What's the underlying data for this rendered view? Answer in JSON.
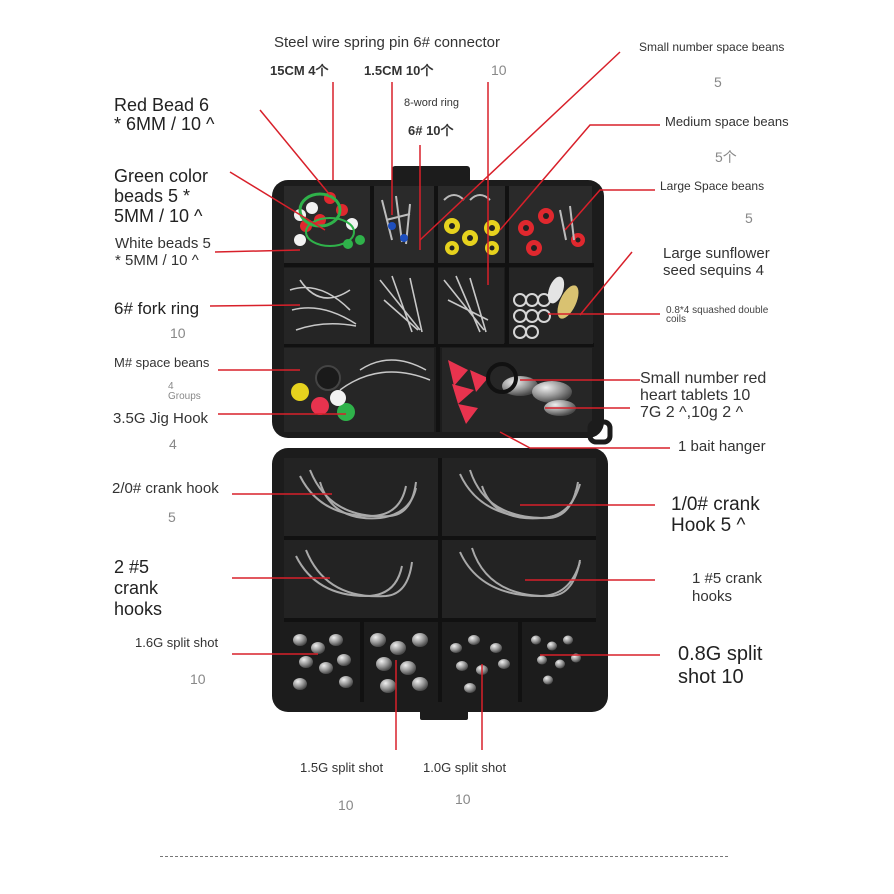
{
  "labels": {
    "steel_wire_connector": "Steel wire spring pin 6# connector",
    "cm15": "15CM 4个",
    "cm15_5": "1.5CM 10个",
    "connector_count": "10",
    "eight_word_ring": "8-word ring",
    "six_ring": "6# 10个",
    "small_space_beans": "Small number space beans",
    "small_space_beans_count": "5",
    "medium_space_beans": "Medium space beans",
    "medium_space_beans_count": "5个",
    "large_space_beans": "Large Space beans",
    "large_space_beans_count": "5",
    "red_bead_1": "Red Bead 6",
    "red_bead_2": "* 6MM / 10 ^",
    "green_beads_1": "Green color",
    "green_beads_2": "beads 5 *",
    "green_beads_3": "5MM / 10 ^",
    "white_beads_1": "White beads 5",
    "white_beads_2": "* 5MM / 10 ^",
    "sunflower_1": "Large sunflower",
    "sunflower_2": "seed sequins 4",
    "squashed_1": "0.8*4 squashed double",
    "squashed_2": "coils",
    "fork_ring": "6# fork ring",
    "fork_ring_count": "10",
    "m_space_beans": "M# space beans",
    "m_space_beans_count_1": "4",
    "m_space_beans_count_2": "Groups",
    "jig_hook": "3.5G Jig Hook",
    "jig_hook_count": "4",
    "red_heart_1": "Small number red",
    "red_heart_2": "heart tablets 10",
    "red_heart_3": "7G 2 ^,10g 2 ^",
    "bait_hanger": "1 bait hanger",
    "crank_20": "2/0# crank hook",
    "crank_20_count": "5",
    "crank_10_1": "1/0# crank",
    "crank_10_2": "Hook 5 ^",
    "crank_2_1": "2 #5",
    "crank_2_2": "crank",
    "crank_2_3": "hooks",
    "crank_1_1": "1 #5 crank",
    "crank_1_2": "hooks",
    "split_16": "1.6G split shot",
    "split_16_count": "10",
    "split_08_1": "0.8G split",
    "split_08_2": "shot 10",
    "split_15": "1.5G split shot",
    "split_15_count": "10",
    "split_10": "1.0G split shot",
    "split_10_count": "10"
  },
  "colors": {
    "box": "#1c1c1c",
    "leader": "#d8202a",
    "bead_red": "#e0282e",
    "bead_green": "#2fb24a",
    "bead_white": "#f2f2f2",
    "bead_yellow": "#e6d21e",
    "lure_pink": "#e8334e"
  }
}
